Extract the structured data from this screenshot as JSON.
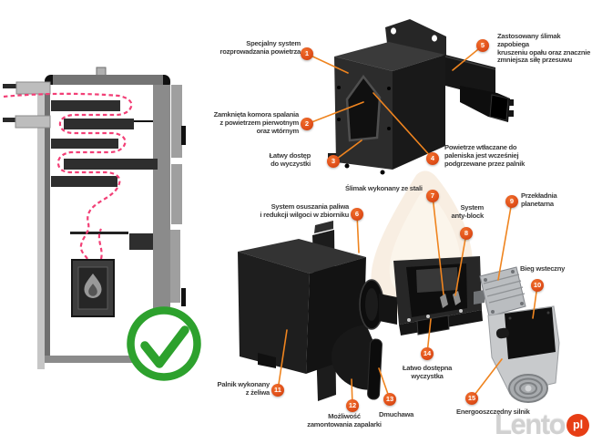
{
  "branding": {
    "watermark": "Lento",
    "watermark_badge": "pl"
  },
  "colors": {
    "callout_badge_orange": "#e2511b",
    "leader_line_orange": "#ef841f",
    "label_text": "#3a3a3a",
    "approval_green": "#2da12d",
    "airflow_pink": "#f23f76",
    "logo_gray": "#c9c9c9",
    "logo_badge_red": "#e73e15"
  },
  "icons": {
    "approval": "checkmark-icon",
    "burner_flame": "flame-icon"
  },
  "callouts": [
    {
      "number": "1",
      "label": "Specjalny system\nrozprowadzania powietrza"
    },
    {
      "number": "2",
      "label": "Zamknięta komora spalania\nz powietrzem pierwotnym\noraz wtórnym"
    },
    {
      "number": "3",
      "label": "Łatwy dostęp\ndo wyczystki"
    },
    {
      "number": "4",
      "label": "Powietrze wtłaczane do\npaleniska jest wcześniej\npodgrzewane przez palnik"
    },
    {
      "number": "5",
      "label": "Zastosowany ślimak zapobiega\nkruszeniu opału oraz znacznie\nzmniejsza siłę przesuwu"
    },
    {
      "number": "6",
      "label": "System osuszania paliwa\ni redukcji wilgoci w zbiorniku"
    },
    {
      "number": "7",
      "label": "Ślimak wykonany ze stali"
    },
    {
      "number": "8",
      "label": "System\nanty-block"
    },
    {
      "number": "9",
      "label": "Przekładnia\nplanetarna"
    },
    {
      "number": "10",
      "label": "Bieg wsteczny"
    },
    {
      "number": "11",
      "label": "Palnik wykonany\nz żeliwa"
    },
    {
      "number": "12",
      "label": "Możliwość\nzamontowania zapalarki"
    },
    {
      "number": "13",
      "label": "Dmuchawa"
    },
    {
      "number": "14",
      "label": "Łatwo dostępna\nwyczystka"
    },
    {
      "number": "15",
      "label": "Energooszczędny silnik"
    }
  ]
}
